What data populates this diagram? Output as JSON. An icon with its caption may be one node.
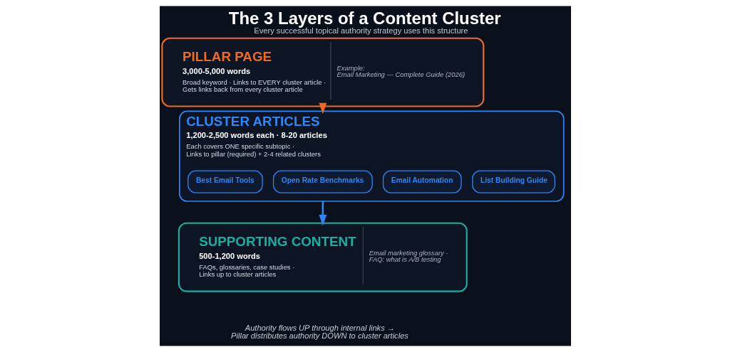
{
  "diagram": {
    "title": "The 3 Layers of a Content Cluster",
    "caption": "Every successful topical authority strategy uses this structure",
    "nodes": [
      {
        "text": [
          "PILLAR PAGE",
          "3,000-5,000 words",
          "Broad keyword · Links to EVERY cluster article · Gets links back from every cluster article",
          "Example: Email Marketing — Complete Guide (2026)"
        ]
      },
      {
        "text": [
          "CLUSTER ARTICLES",
          "1,200-2,500 words each · 8-20 articles",
          "Each covers ONE specific subtopic · Links to pillar (required) + 2-4 related clusters"
        ]
      },
      {
        "text": [
          "Best Email Tools"
        ],
        "in": 1
      },
      {
        "text": [
          "Open Rate Benchmarks"
        ],
        "in": 1
      },
      {
        "text": [
          "Email Automation"
        ],
        "in": 1
      },
      {
        "text": [
          "List Building Guide"
        ],
        "in": 1
      },
      {
        "text": [
          "SUPPORTING CONTENT",
          "500-1,200 words",
          "FAQs, glossaries, case studies · Links up to cluster articles",
          "Email marketing glossary · FAQ: what is A/B testing"
        ]
      }
    ],
    "edges": [
      {
        "from": 0,
        "to": 1,
        "arrow": "to",
        "color": "#f26b1d"
      },
      {
        "from": 1,
        "to": 6,
        "arrow": "to",
        "color": "#2f86f6"
      }
    ],
    "labels": [
      "Authority flows UP through internal links → Pillar distributes authority DOWN to cluster articles"
    ]
  }
}
